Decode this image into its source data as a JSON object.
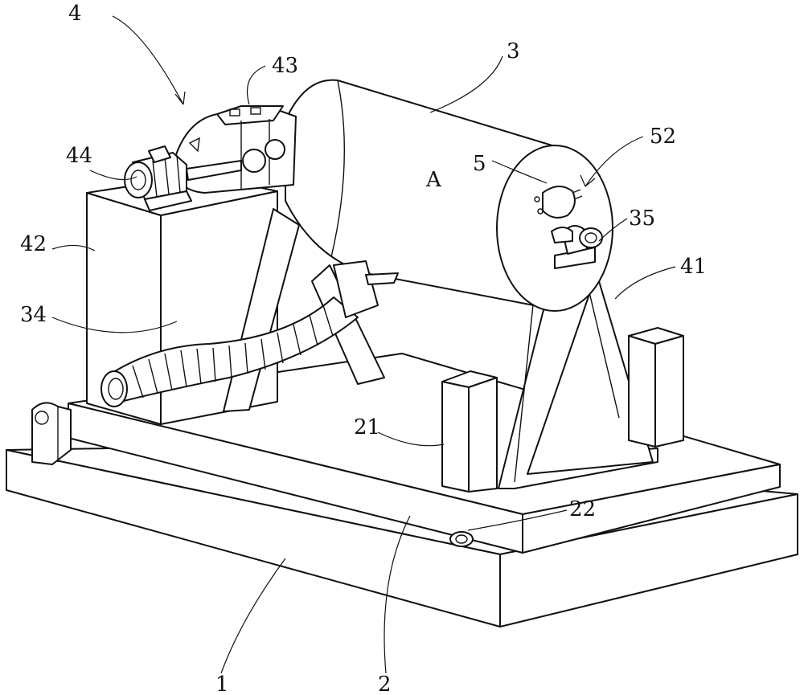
{
  "labels": {
    "n1": "1",
    "n2": "2",
    "n3": "3",
    "n4": "4",
    "n5": "5",
    "n21": "21",
    "n22": "22",
    "n34": "34",
    "n35": "35",
    "n41": "41",
    "n42": "42",
    "n43": "43",
    "n44": "44",
    "n52": "52",
    "detail_A": "A"
  }
}
